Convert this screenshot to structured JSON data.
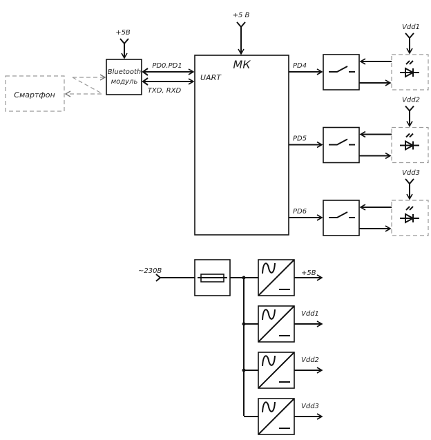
{
  "top": {
    "smartphone": "Смартфон",
    "bt_line1": "Bluetooth",
    "bt_line2": "модуль",
    "bt_power": "+5В",
    "mcu": "МК",
    "mcu_power": "+5 В",
    "uart": "UART",
    "bus_top": "PD0.PD1",
    "bus_bottom": "TXD, RXD",
    "channels": [
      {
        "port": "PD4",
        "supply": "Vdd1"
      },
      {
        "port": "PD5",
        "supply": "Vdd2"
      },
      {
        "port": "PD6",
        "supply": "Vdd3"
      }
    ]
  },
  "power": {
    "input": "~230В",
    "outputs": [
      "+5В",
      "Vdd1",
      "Vdd2",
      "Vdd3"
    ]
  }
}
